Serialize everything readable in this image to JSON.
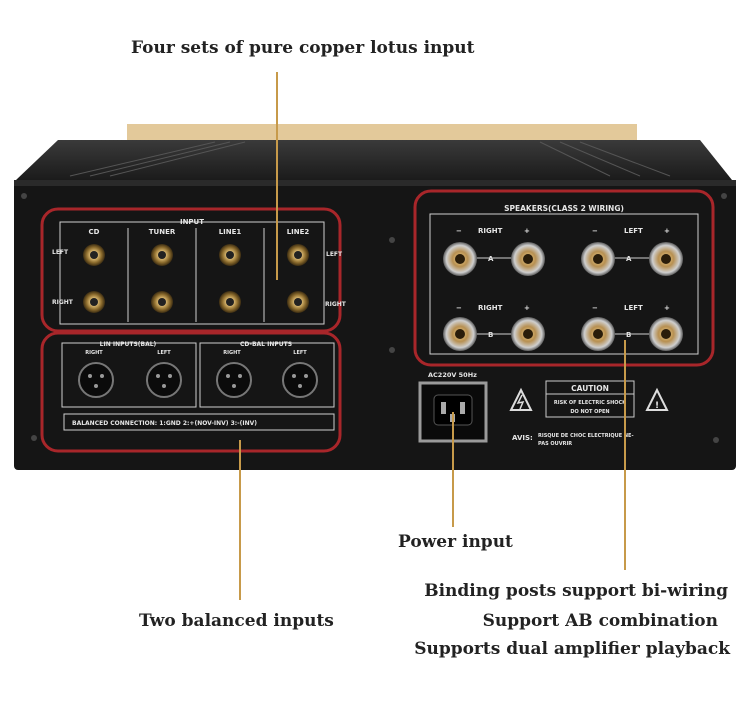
{
  "callouts": {
    "lotus": "Four sets of pure copper lotus input",
    "balanced": "Two balanced inputs",
    "power": "Power input",
    "bi_wiring": "Binding posts support bi-wiring",
    "ab": "Support AB combination",
    "dual": "Supports dual amplifier playback"
  },
  "panel": {
    "input_title": "INPUT",
    "inputs": [
      "CD",
      "TUNER",
      "LINE1",
      "LINE2"
    ],
    "left": "LEFT",
    "right": "RIGHT",
    "lin_bal": "LIN INPUTS(BAL)",
    "cd_bal": "CD-BAL INPUTS",
    "xlr_right": "RIGHT",
    "xlr_left": "LEFT",
    "bal_conn": "BALANCED CONNECTION:  1:GND  2:+(NOV-INV)  3:-(INV)",
    "speakers_title": "SPEAKERS(CLASS 2 WIRING)",
    "spk_right": "RIGHT",
    "spk_left": "LEFT",
    "minus": "−",
    "plus": "+",
    "a": "A",
    "b": "B",
    "power_rating": "AC220V 50Hz",
    "caution": "CAUTION",
    "risk1": "RISK OF ELECTRIC SHOCK",
    "risk2": "DO NOT OPEN",
    "avis": "AVIS:",
    "risque1": "RISQUE DE CHOC ELECTRIQUE NE-",
    "risque2": "PAS OUVRIR"
  },
  "colors": {
    "chassis": "#151515",
    "ring": "#a8262a",
    "gold": "#c79a4a"
  }
}
